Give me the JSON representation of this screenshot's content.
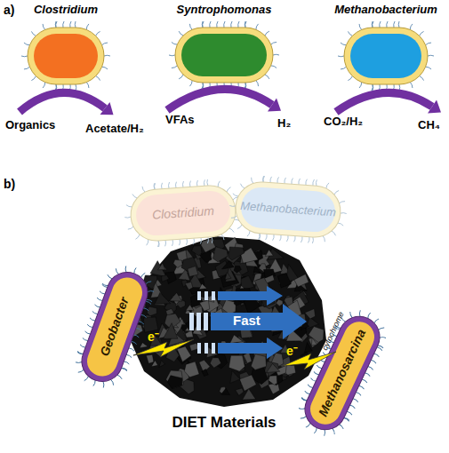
{
  "diagram": {
    "nodes": [
      {
        "text": [
          "Clostridium"
        ]
      },
      {
        "text": [
          "Syntrophomonas"
        ]
      },
      {
        "text": [
          "Methanobacterium"
        ]
      },
      {
        "text": [
          "Clostridium"
        ]
      },
      {
        "text": [
          "Methanobacterium"
        ]
      },
      {
        "text": [
          "Geobacter"
        ]
      },
      {
        "text": [
          "Methanosarcina"
        ]
      },
      {
        "text": [
          "DIET Materials"
        ]
      }
    ],
    "labels": [
      "a)",
      "Organics",
      "Acetate/H₂",
      "VFAs",
      "H₂",
      "CO₂/H₂",
      "CH₄",
      "b)",
      "Fast",
      "e⁻",
      "e⁻",
      "cytochrome"
    ]
  }
}
